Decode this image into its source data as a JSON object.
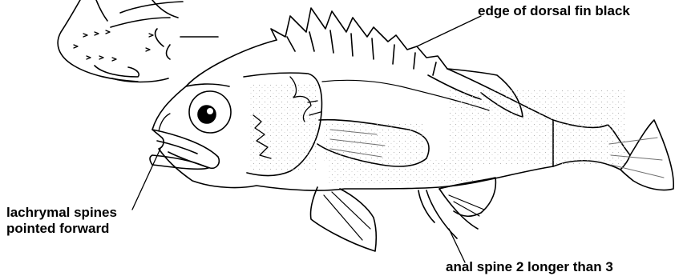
{
  "labels": {
    "dorsal_fin": "edge of dorsal fin black",
    "lachrymal_line1": "lachrymal spines",
    "lachrymal_line2": "pointed forward",
    "anal_spine": "anal spine 2 longer than 3"
  },
  "colors": {
    "ink": "#000000",
    "background": "#ffffff",
    "stipple": "#b4b4b4"
  }
}
